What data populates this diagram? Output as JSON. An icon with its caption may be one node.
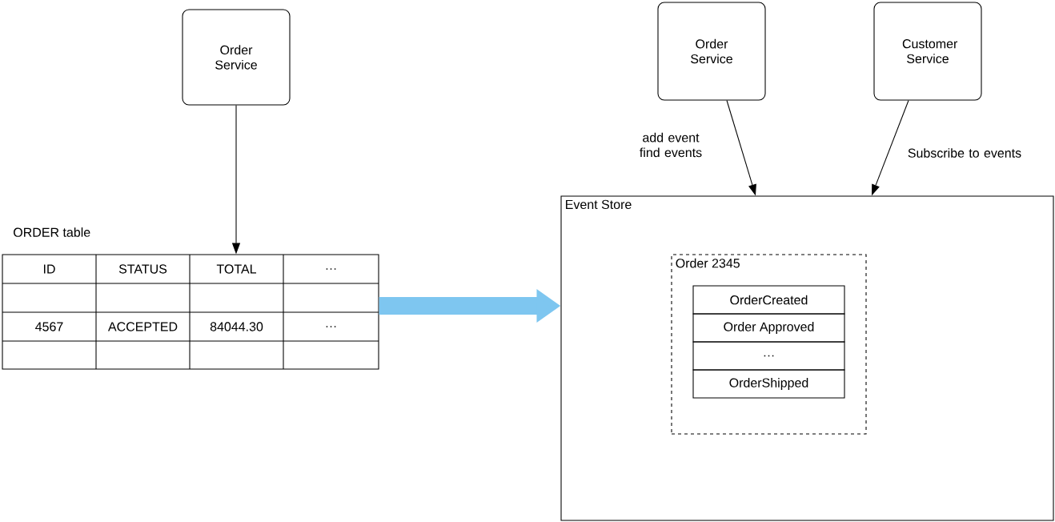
{
  "diagram": {
    "nodes": [
      {
        "text": [
          "Order Service"
        ]
      },
      {
        "text": [
          "ORDER table"
        ]
      },
      {
        "text": [
          "Order Service"
        ]
      },
      {
        "text": [
          "Customer Service"
        ]
      },
      {
        "text": [
          "Event Store"
        ]
      },
      {
        "text": [
          "Order 2345"
        ],
        "in": 4
      },
      {
        "text": [
          "OrderCreated"
        ],
        "in": 5
      },
      {
        "text": [
          "Order Approved"
        ],
        "in": 5
      },
      {
        "text": [
          "…"
        ],
        "in": 5
      },
      {
        "text": [
          "OrderShipped"
        ],
        "in": 5
      }
    ],
    "edges": [
      {
        "from": 0,
        "to": 1,
        "arrow": "to"
      },
      {
        "from": 1,
        "to": 4,
        "arrow": "to",
        "style": "thick",
        "color": "#7ec6f0"
      },
      {
        "from": 2,
        "to": 4,
        "arrow": "to",
        "label": "add event find events"
      },
      {
        "from": 3,
        "to": 4,
        "arrow": "to",
        "label": "Subscribe to events"
      }
    ],
    "labels": [
      "ID",
      "STATUS",
      "TOTAL",
      "…",
      "4567",
      "ACCEPTED",
      "84044.30",
      "…"
    ]
  }
}
